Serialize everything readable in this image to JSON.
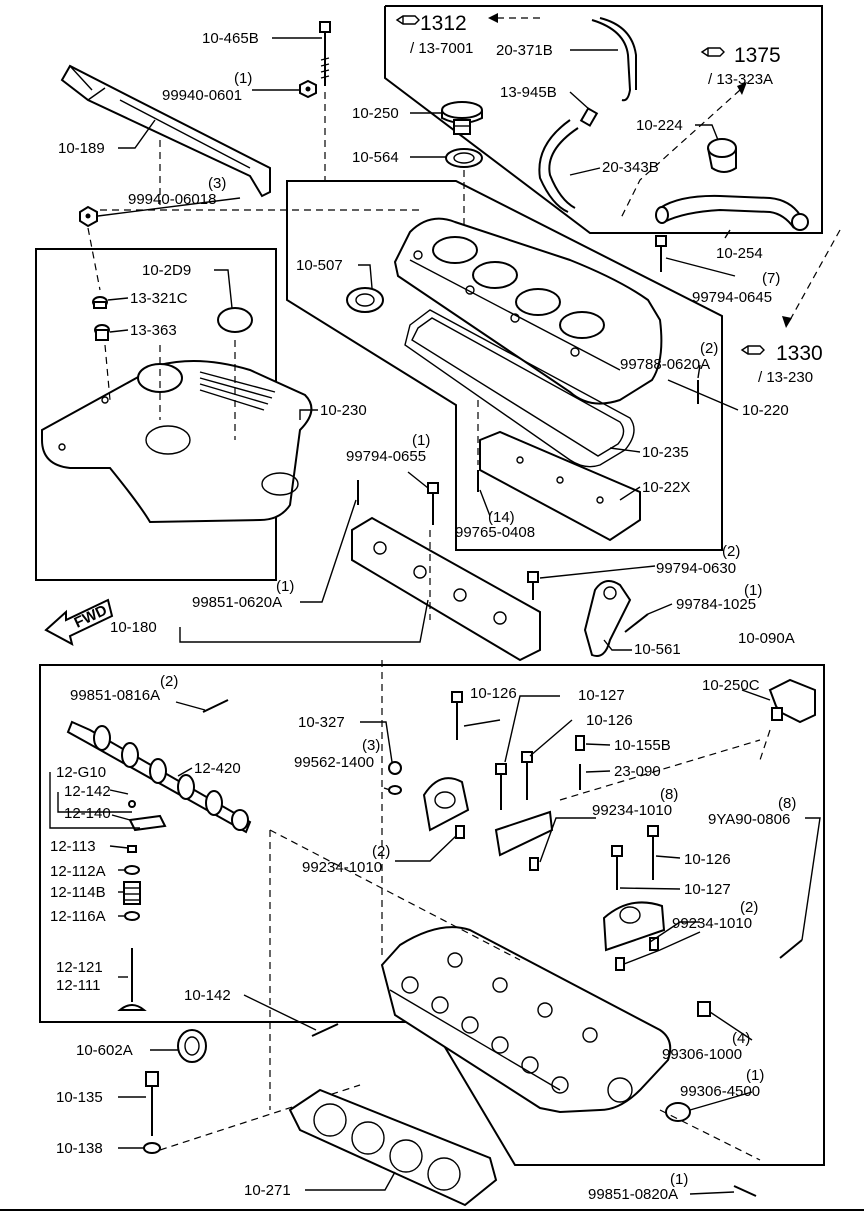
{
  "callouts": [
    {
      "id": "c1",
      "text": "10-465B"
    },
    {
      "id": "c2",
      "text": "(1)"
    },
    {
      "id": "c3",
      "text": "99940-0601"
    },
    {
      "id": "c4",
      "text": "10-189"
    },
    {
      "id": "c5",
      "text": "(3)"
    },
    {
      "id": "c6",
      "text": "99940-06018"
    },
    {
      "id": "c7",
      "text": "10-250"
    },
    {
      "id": "c8",
      "text": "10-564"
    },
    {
      "id": "c9",
      "text": "20-371B"
    },
    {
      "id": "c10",
      "text": "13-945B"
    },
    {
      "id": "c11",
      "text": "10-224"
    },
    {
      "id": "c12",
      "text": "20-343B"
    },
    {
      "id": "c13",
      "text": "10-254"
    },
    {
      "id": "c14",
      "text": "(7)"
    },
    {
      "id": "c15",
      "text": "99794-0645"
    },
    {
      "id": "c16",
      "text": "10-2D9"
    },
    {
      "id": "c17",
      "text": "13-321C"
    },
    {
      "id": "c18",
      "text": "13-363"
    },
    {
      "id": "c19",
      "text": "10-507"
    },
    {
      "id": "c20",
      "text": "(2)"
    },
    {
      "id": "c21",
      "text": "99788-0620A"
    },
    {
      "id": "c22",
      "text": "10-230"
    },
    {
      "id": "c23",
      "text": "10-220"
    },
    {
      "id": "c24",
      "text": "(1)"
    },
    {
      "id": "c25",
      "text": "99794-0655"
    },
    {
      "id": "c26",
      "text": "10-235"
    },
    {
      "id": "c27",
      "text": "10-22X"
    },
    {
      "id": "c28",
      "text": "(14)"
    },
    {
      "id": "c29",
      "text": "99765-0408"
    },
    {
      "id": "c30",
      "text": "(2)"
    },
    {
      "id": "c31",
      "text": "99794-0630"
    },
    {
      "id": "c32",
      "text": "(1)"
    },
    {
      "id": "c33",
      "text": "99851-0620A"
    },
    {
      "id": "c34",
      "text": "(1)"
    },
    {
      "id": "c35",
      "text": "99784-1025"
    },
    {
      "id": "c36",
      "text": "10-180"
    },
    {
      "id": "c37",
      "text": "10-561"
    },
    {
      "id": "c38",
      "text": "10-090A"
    },
    {
      "id": "c39",
      "text": "(2)"
    },
    {
      "id": "c40",
      "text": "99851-0816A"
    },
    {
      "id": "c41",
      "text": "10-126"
    },
    {
      "id": "c42",
      "text": "10-127"
    },
    {
      "id": "c43",
      "text": "10-250C"
    },
    {
      "id": "c44",
      "text": "10-327"
    },
    {
      "id": "c45",
      "text": "10-126"
    },
    {
      "id": "c46",
      "text": "(3)"
    },
    {
      "id": "c47",
      "text": "99562-1400"
    },
    {
      "id": "c48",
      "text": "10-155B"
    },
    {
      "id": "c49",
      "text": "12-G10"
    },
    {
      "id": "c50",
      "text": "12-420"
    },
    {
      "id": "c51",
      "text": "23-090"
    },
    {
      "id": "c52",
      "text": "12-142"
    },
    {
      "id": "c53",
      "text": "(8)"
    },
    {
      "id": "c54",
      "text": "99234-1010"
    },
    {
      "id": "c55",
      "text": "(8)"
    },
    {
      "id": "c56",
      "text": "9YA90-0806"
    },
    {
      "id": "c57",
      "text": "12-140"
    },
    {
      "id": "c58",
      "text": "(2)"
    },
    {
      "id": "c59",
      "text": "99234-1010"
    },
    {
      "id": "c60",
      "text": "12-113"
    },
    {
      "id": "c61",
      "text": "10-126"
    },
    {
      "id": "c62",
      "text": "12-112A"
    },
    {
      "id": "c63",
      "text": "10-127"
    },
    {
      "id": "c64",
      "text": "12-114B"
    },
    {
      "id": "c65",
      "text": "(2)"
    },
    {
      "id": "c66",
      "text": "12-116A"
    },
    {
      "id": "c67",
      "text": "99234-1010"
    },
    {
      "id": "c68",
      "text": "12-121"
    },
    {
      "id": "c69",
      "text": "12-111"
    },
    {
      "id": "c70",
      "text": "10-142"
    },
    {
      "id": "c71",
      "text": "(4)"
    },
    {
      "id": "c72",
      "text": "10-602A"
    },
    {
      "id": "c73",
      "text": "99306-1000"
    },
    {
      "id": "c74",
      "text": "(1)"
    },
    {
      "id": "c75",
      "text": "10-135"
    },
    {
      "id": "c76",
      "text": "99306-4500"
    },
    {
      "id": "c77",
      "text": "10-138"
    },
    {
      "id": "c78",
      "text": "10-271"
    },
    {
      "id": "c79",
      "text": "(1)"
    },
    {
      "id": "c80",
      "text": "99851-0820A"
    }
  ],
  "refs": [
    {
      "id": "r1",
      "num": "1312",
      "sub": "/ 13-7001"
    },
    {
      "id": "r2",
      "num": "1375",
      "sub": "/ 13-323A"
    },
    {
      "id": "r3",
      "num": "1330",
      "sub": "/ 13-230"
    }
  ],
  "fwd_label": "FWD"
}
